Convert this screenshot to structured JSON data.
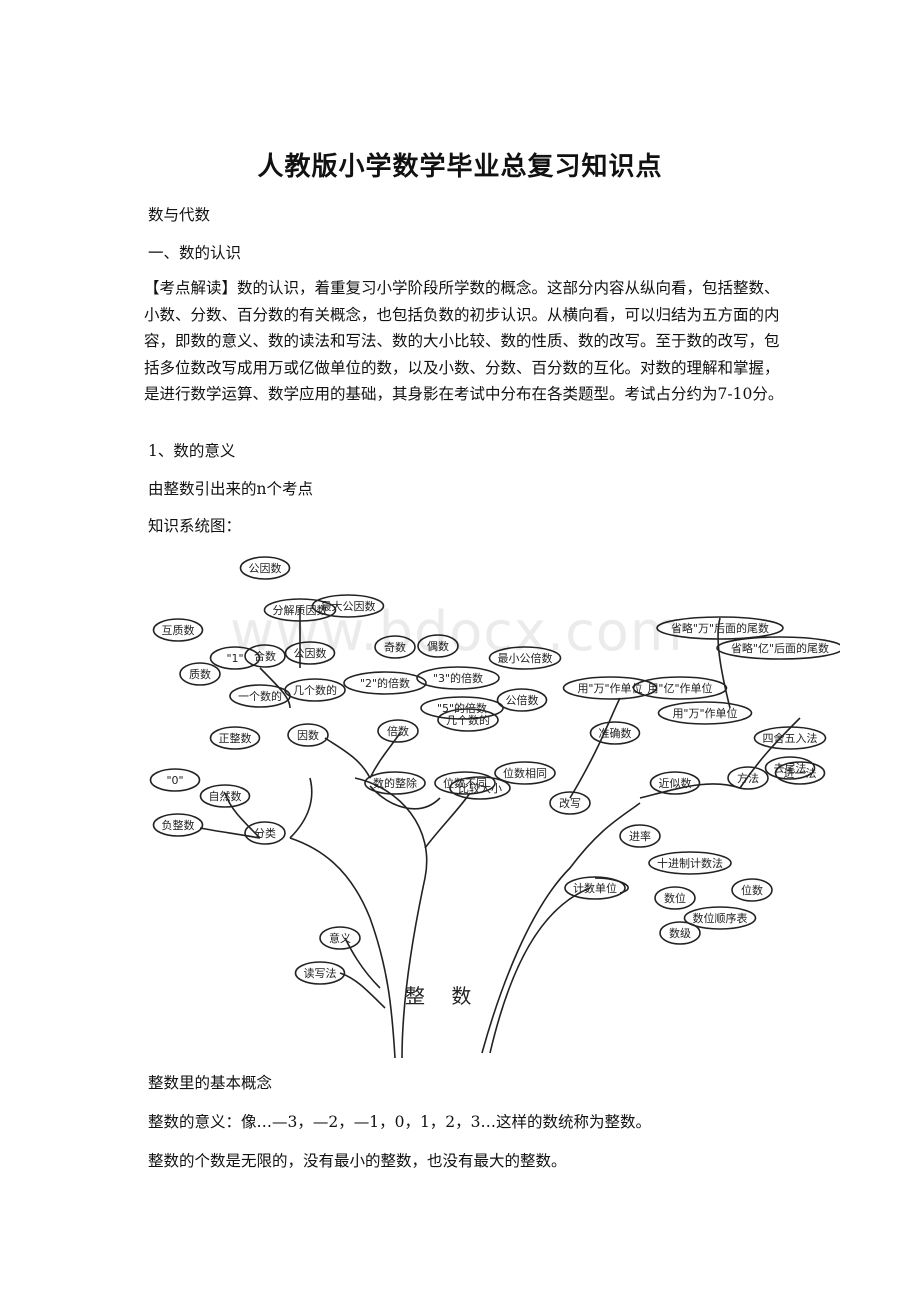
{
  "title": "人教版小学数学毕业总复习知识点",
  "section": "数与代数",
  "subsection": "一、数的认识",
  "intro_paragraph": "【考点解读】数的认识，着重复习小学阶段所学数的概念。这部分内容从纵向看，包括整数、小数、分数、百分数的有关概念，也包括负数的初步认识。从横向看，可以归结为五方面的内容，即数的意义、数的读法和写法、数的大小比较、数的性质、数的改写。至于数的改写，包括多位数改写成用万或亿做单位的数，以及小数、分数、百分数的互化。对数的理解和掌握，是进行数学运算、数学应用的基础，其身影在考试中分布在各类题型。考试占分约为7-10分。",
  "item1": "1、数的意义",
  "item2": "由整数引出来的n个考点",
  "item3": "知识系统图：",
  "watermark": "www.bdocx.com",
  "diagram": {
    "trunk": "整 数",
    "nodes": [
      "公因数",
      "分解质因数",
      "最大公因数",
      "互质数",
      "质数",
      "\"1\"",
      "合数",
      "一个数的",
      "公因数",
      "几个数的",
      "奇数",
      "偶数",
      "\"2\"的倍数",
      "\"3\"的倍数",
      "\"5\"的倍数",
      "最小公倍数",
      "公倍数",
      "几个数的",
      "因数",
      "倍数",
      "正整数",
      "\"0\"",
      "自然数",
      "负整数",
      "分类",
      "数的整除",
      "位数相同",
      "位数不同",
      "比较大小",
      "省略\"万\"后面的尾数",
      "省略\"亿\"后面的尾数",
      "用\"万\"作单位",
      "用\"亿\"作单位",
      "用\"万\"作单位",
      "准确数",
      "近似数",
      "四舍五入法",
      "去尾法",
      "进一法",
      "方法",
      "改写",
      "进率",
      "十进制计数法",
      "计数单位",
      "数位",
      "位数",
      "数位顺序表",
      "数级",
      "意义",
      "读写法"
    ]
  }
}
